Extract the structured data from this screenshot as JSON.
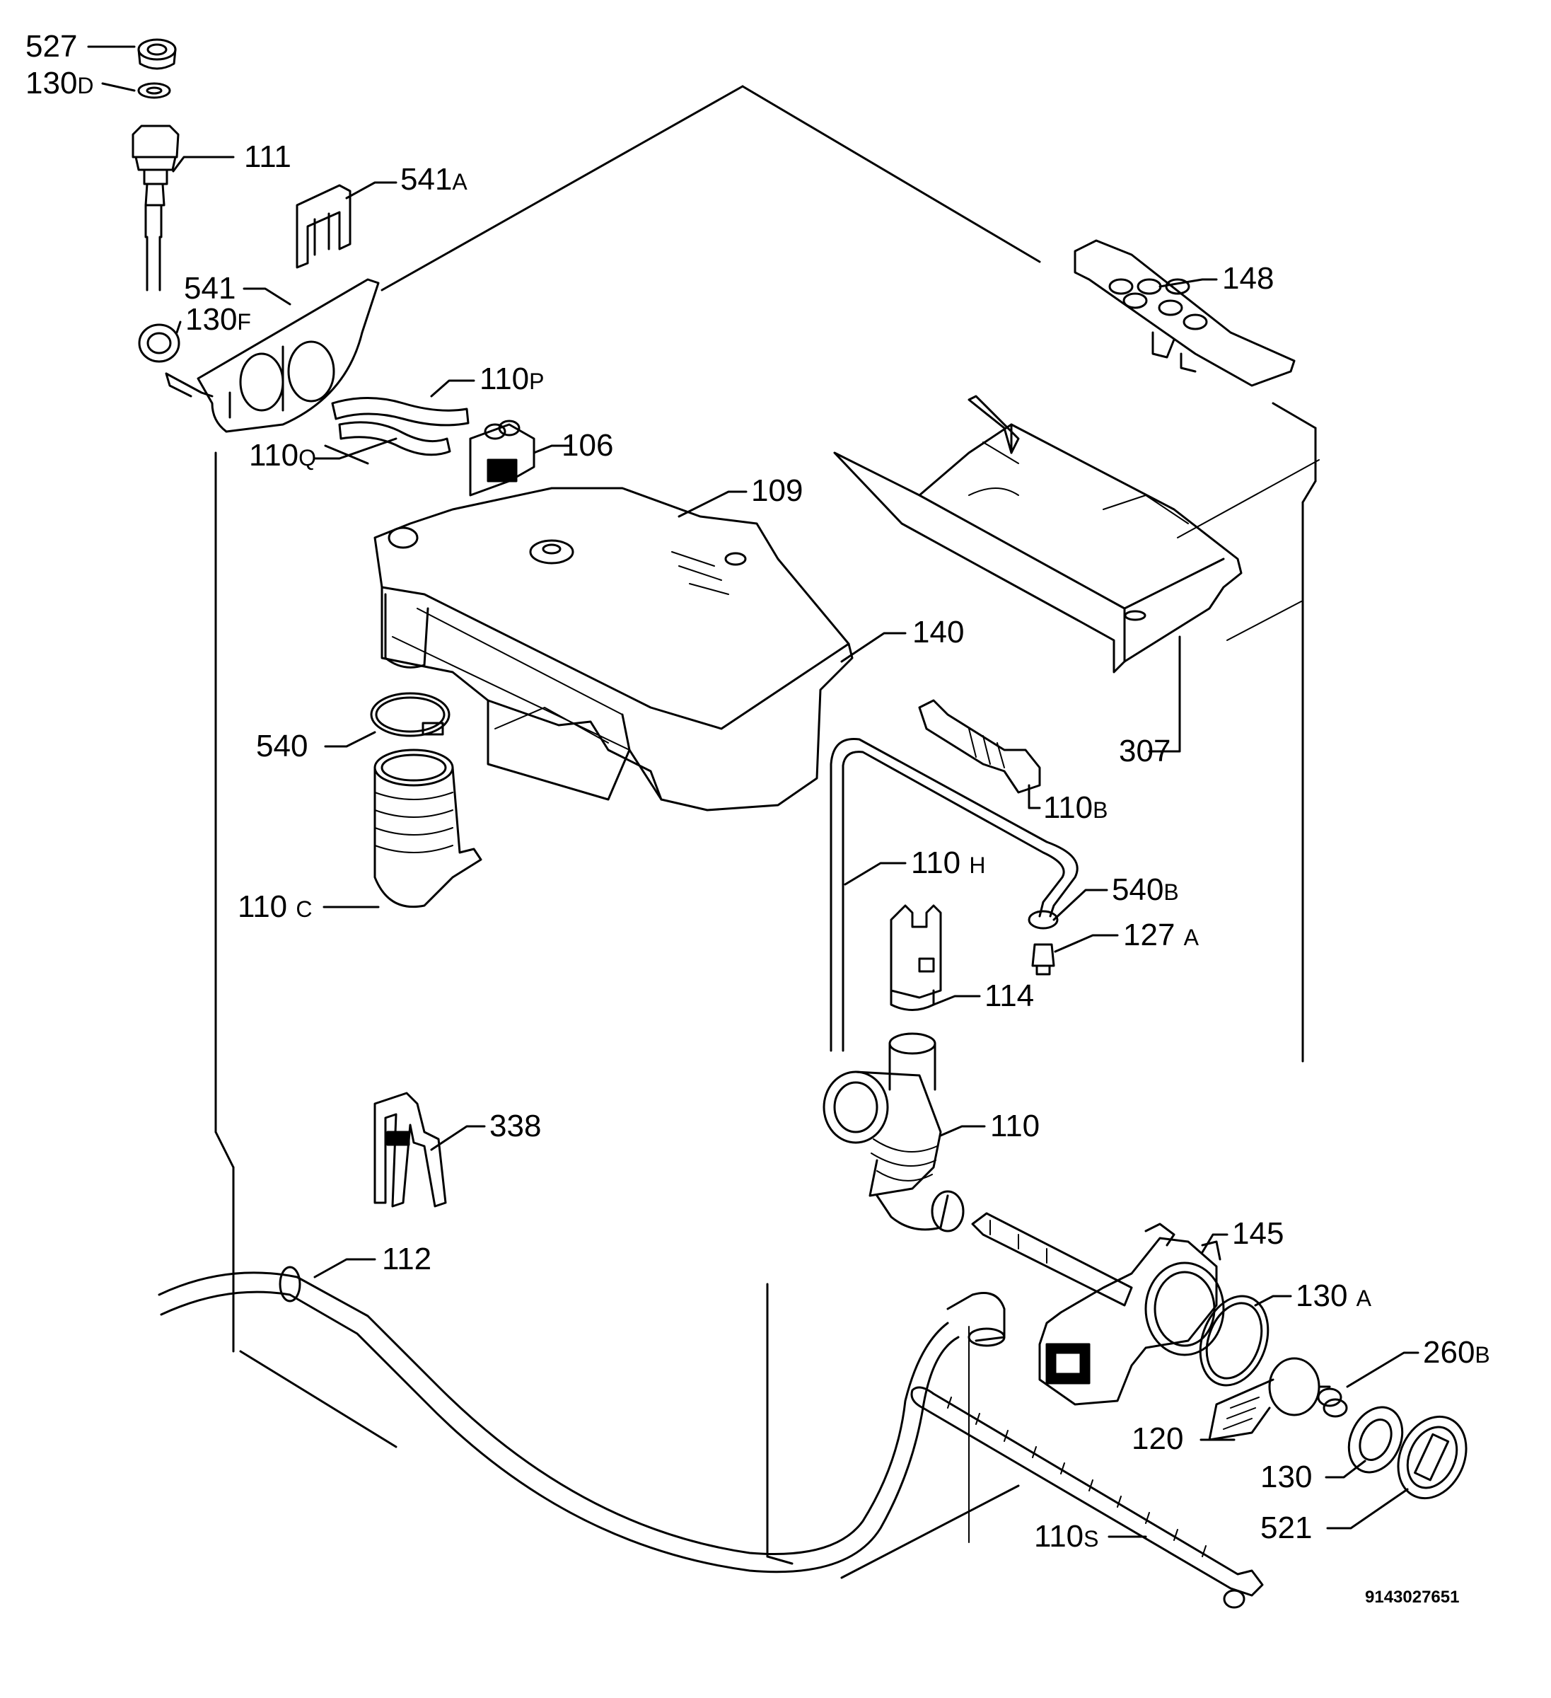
{
  "drawing_code": "9143027651",
  "callouts": {
    "p527": {
      "num": "527",
      "suffix": ""
    },
    "p130d": {
      "num": "130",
      "suffix": "D"
    },
    "p111": {
      "num": "111",
      "suffix": ""
    },
    "p541a": {
      "num": "541",
      "suffix": "A"
    },
    "p541": {
      "num": "541",
      "suffix": ""
    },
    "p130f": {
      "num": "130",
      "suffix": "F"
    },
    "p110p": {
      "num": "110",
      "suffix": "P"
    },
    "p110q": {
      "num": "110",
      "suffix": "Q"
    },
    "p106": {
      "num": "106",
      "suffix": ""
    },
    "p109": {
      "num": "109",
      "suffix": ""
    },
    "p148": {
      "num": "148",
      "suffix": ""
    },
    "p140": {
      "num": "140",
      "suffix": ""
    },
    "p307": {
      "num": "307",
      "suffix": ""
    },
    "p540": {
      "num": "540",
      "suffix": ""
    },
    "p110b": {
      "num": "110",
      "suffix": "B"
    },
    "p110h": {
      "num": "110",
      "suffix": "H"
    },
    "p540b": {
      "num": "540",
      "suffix": "B"
    },
    "p127a": {
      "num": "127",
      "suffix": "A"
    },
    "p110c": {
      "num": "110",
      "suffix": "C"
    },
    "p114": {
      "num": "114",
      "suffix": ""
    },
    "p338": {
      "num": "338",
      "suffix": ""
    },
    "p110": {
      "num": "110",
      "suffix": ""
    },
    "p112": {
      "num": "112",
      "suffix": ""
    },
    "p145": {
      "num": "145",
      "suffix": ""
    },
    "p130a": {
      "num": "130",
      "suffix": "A"
    },
    "p260b": {
      "num": "260",
      "suffix": "B"
    },
    "p120": {
      "num": "120",
      "suffix": ""
    },
    "p130": {
      "num": "130",
      "suffix": ""
    },
    "p521": {
      "num": "521",
      "suffix": ""
    },
    "p110s": {
      "num": "110",
      "suffix": "S"
    }
  }
}
